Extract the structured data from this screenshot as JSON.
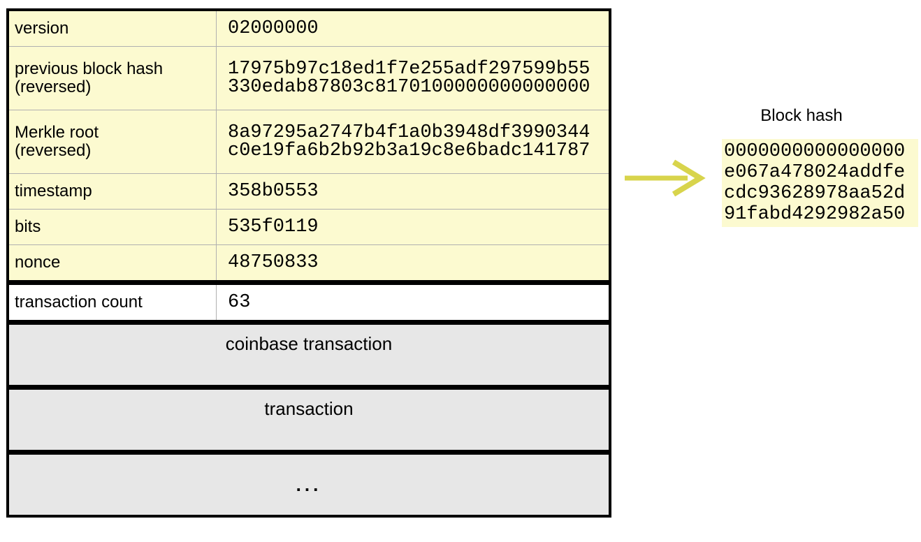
{
  "table": {
    "fields": [
      {
        "label": "version",
        "value": "02000000"
      },
      {
        "label": "previous block hash\n(reversed)",
        "value": "17975b97c18ed1f7e255adf297599b55\n330edab87803c8170100000000000000"
      },
      {
        "label": "Merkle root\n(reversed)",
        "value": "8a97295a2747b4f1a0b3948df3990344\nc0e19fa6b2b92b3a19c8e6badc141787"
      },
      {
        "label": "timestamp",
        "value": "358b0553"
      },
      {
        "label": "bits",
        "value": "535f0119"
      },
      {
        "label": "nonce",
        "value": "48750833"
      }
    ],
    "tx_count": {
      "label": "transaction count",
      "value": "63"
    },
    "tx_blocks": [
      "coinbase transaction",
      "transaction",
      "..."
    ]
  },
  "block_hash": {
    "title": "Block hash",
    "value": "0000000000000000\ne067a478024addfe\ncdc93628978aa52d\n91fabd4292982a50"
  },
  "colors": {
    "header_bg": "#fcfad0",
    "tx_bg": "#e7e7e7",
    "arrow": "#d8d44c",
    "border": "#000000",
    "divider": "#b0b0b0"
  }
}
